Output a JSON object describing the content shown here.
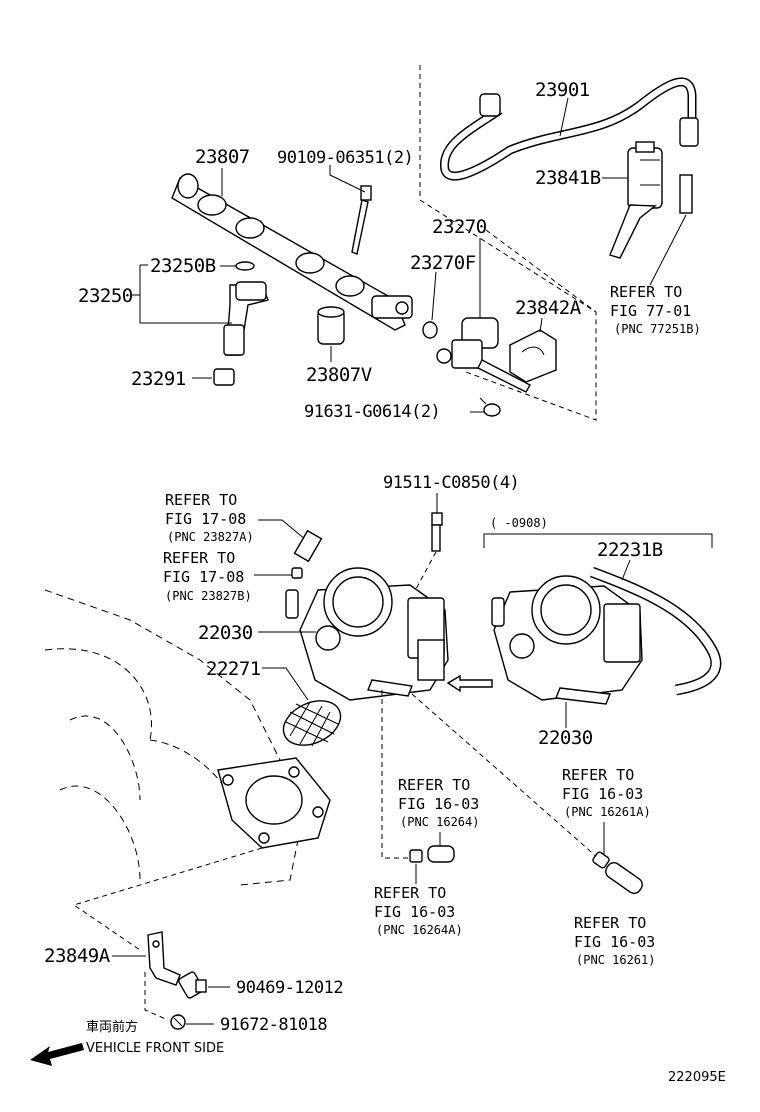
{
  "fuel_section": {
    "p23901": "23901",
    "p23807": "23807",
    "p90109": "90109-06351(2)",
    "p23841B": "23841B",
    "p23270": "23270",
    "p23270F": "23270F",
    "p23250B": "23250B",
    "p23250": "23250",
    "p23842A": "23842A",
    "p23291": "23291",
    "p23807V": "23807V",
    "p91631": "91631-G0614(2)",
    "ref77_line1": "REFER TO",
    "ref77_line2": "FIG 77-01",
    "ref77_pnc": "(PNC 77251B)"
  },
  "throttle_section": {
    "p91511": "91511-C0850(4)",
    "ref1708a_line1": "REFER TO",
    "ref1708a_line2": "FIG 17-08",
    "ref1708a_pnc": "(PNC 23827A)",
    "ref1708b_line1": "REFER TO",
    "ref1708b_line2": "FIG 17-08",
    "ref1708b_pnc": "(PNC 23827B)",
    "date_range": "(  -0908)",
    "p22231B": "22231B",
    "p22030_left": "22030",
    "p22030_right": "22030",
    "p22271": "22271",
    "ref16264_line1": "REFER TO",
    "ref16264_line2": "FIG 16-03",
    "ref16264_pnc": "(PNC 16264)",
    "ref16261A_line1": "REFER TO",
    "ref16261A_line2": "FIG 16-03",
    "ref16261A_pnc": "(PNC 16261A)",
    "ref16264A_line1": "REFER TO",
    "ref16264A_line2": "FIG 16-03",
    "ref16264A_pnc": "(PNC 16264A)",
    "ref16261_line1": "REFER TO",
    "ref16261_line2": "FIG 16-03",
    "ref16261_pnc": "(PNC 16261)",
    "p23849A": "23849A",
    "p90469": "90469-12012",
    "p91672": "91672-81018"
  },
  "footer": {
    "front_jp": "車両前方",
    "front_en": "VEHICLE FRONT SIDE",
    "figure_code": "222095E"
  }
}
